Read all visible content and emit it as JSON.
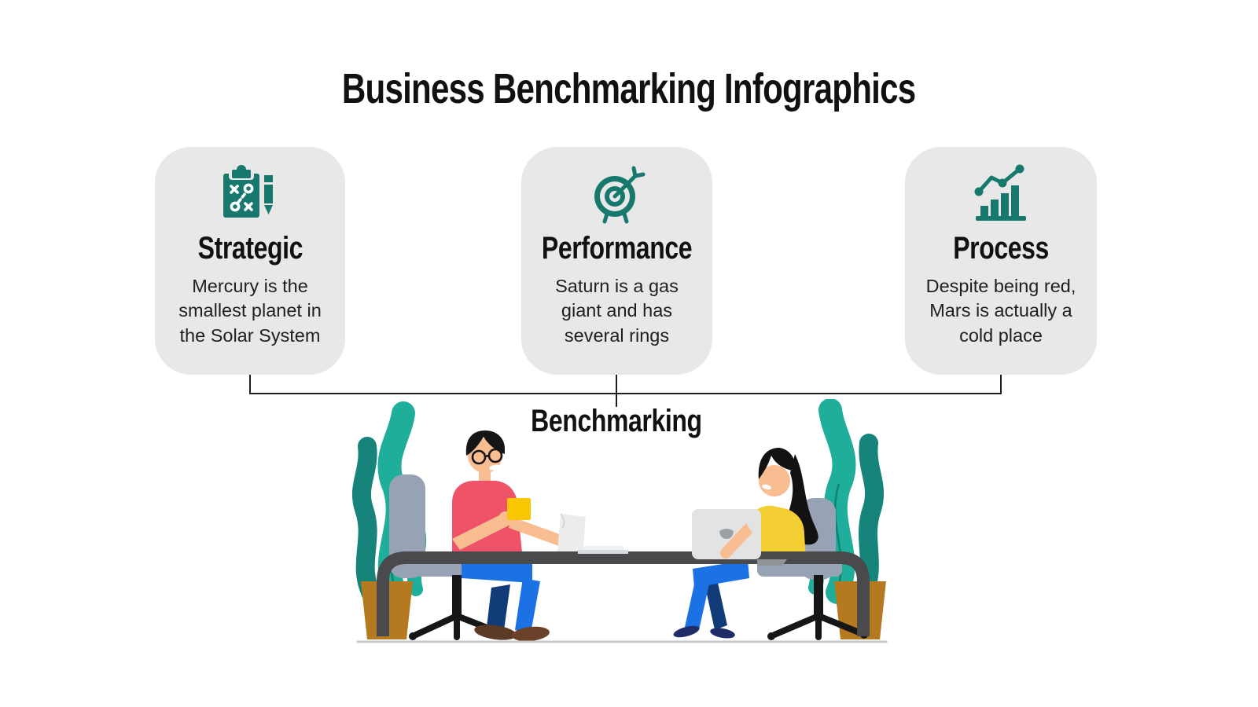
{
  "slide": {
    "title": "Business Benchmarking Infographics"
  },
  "cards": [
    {
      "icon": "strategy-clipboard-icon",
      "title": "Strategic",
      "description": "Mercury is the smallest planet in the Solar System",
      "lines": [
        "Mercury is the",
        "smallest planet in",
        "the Solar System"
      ]
    },
    {
      "icon": "target-arrow-icon",
      "title": "Performance",
      "description": "Saturn is a gas giant and has several rings",
      "lines": [
        "Saturn is a gas",
        "giant and has",
        "several rings"
      ]
    },
    {
      "icon": "growth-chart-icon",
      "title": "Process",
      "description": "Despite being red, Mars is actually a cold place",
      "lines": [
        "Despite being red,",
        "Mars is actually a",
        "cold place"
      ]
    }
  ],
  "connector": {
    "label": "Benchmarking"
  },
  "illustration": {
    "alt": "Two coworkers sitting at a meeting table, man with coffee mug and paper, woman with laptop, teal plants in brown pots on both sides"
  },
  "theme": {
    "background": "#ffffff",
    "card_background": "#e8e8e8",
    "accent_teal": "#17796d",
    "text_primary": "#111111",
    "text_body": "#1f1f1f",
    "line_color": "#1f1f1f",
    "illustration_colors": {
      "plant_teal_light": "#1fae99",
      "plant_teal_dark": "#16847a",
      "pot_brown": "#b5791f",
      "table_gray": "#4a4a4d",
      "chair_gray": "#97a3b4",
      "skin": "#f9bd92",
      "shirt_red": "#ee5368",
      "shirt_yellow": "#f3cf33",
      "jeans_blue": "#1c72e4",
      "jeans_navy": "#123c78",
      "mug_yellow": "#f8c702",
      "hair_black": "#151515",
      "laptop_gray": "#e3e3e3",
      "shoe_brown": "#5b3a26",
      "shoe_navy": "#1e2d66",
      "ground_gray": "#c5cacd"
    }
  }
}
